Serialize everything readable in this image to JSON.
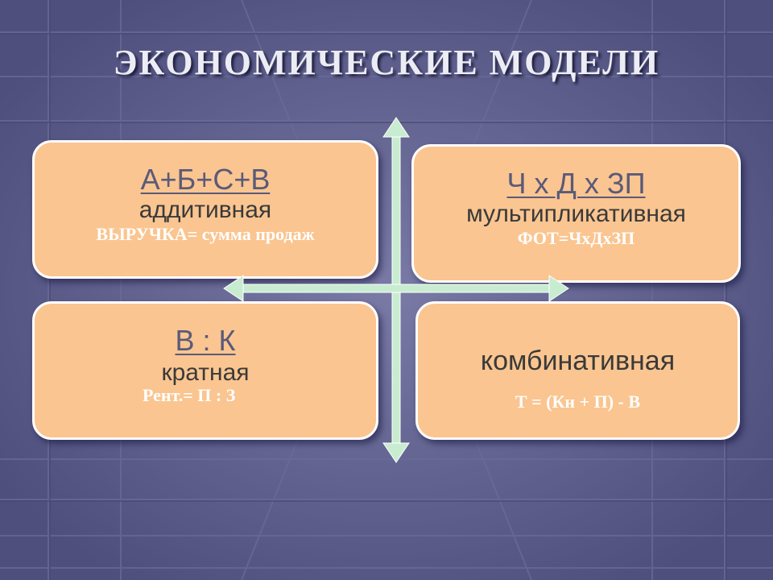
{
  "slide": {
    "title": "ЭКОНОМИЧЕСКИЕ МОДЕЛИ"
  },
  "cards": {
    "top_left": {
      "formula": "А+Б+С+В",
      "kind": "аддитивная",
      "example": "ВЫРУЧКА= сумма продаж"
    },
    "top_right": {
      "formula": "Ч х Д х ЗП",
      "kind": "мультипликативная",
      "example": "ФОТ=ЧхДхЗП"
    },
    "bottom_left": {
      "formula": "В : К",
      "kind": "кратная",
      "example": "Рент.= П : З"
    },
    "bottom_right": {
      "kind": "комбинативная",
      "example": "Т = (Кн + П) - В"
    }
  },
  "colors": {
    "background": "#5b5b8a",
    "card_fill": "#fac590",
    "arrow": "#c8ecd0"
  }
}
